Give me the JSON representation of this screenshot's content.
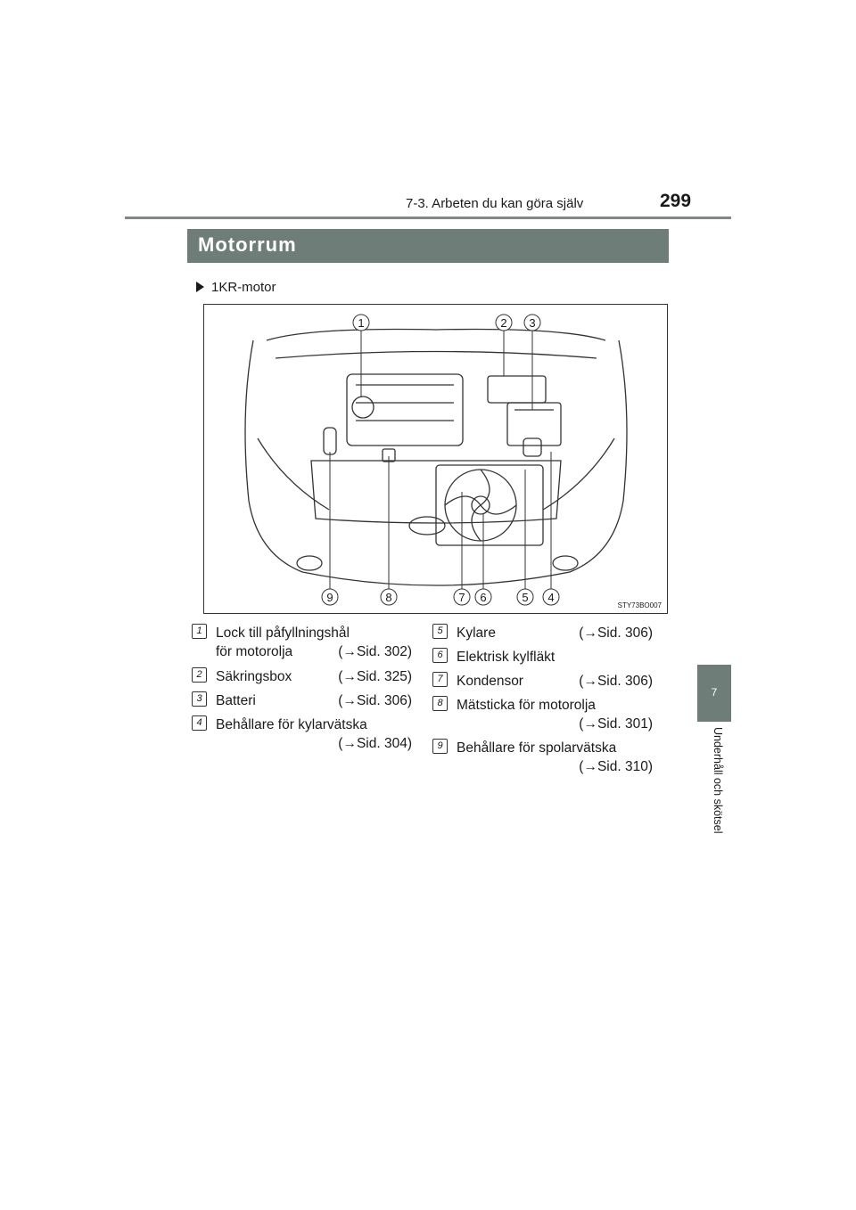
{
  "header": {
    "section": "7-3. Arbeten du kan göra själv",
    "page_number": "299"
  },
  "side_tab": {
    "chapter_number": "7",
    "chapter_title": "Underhåll och skötsel"
  },
  "banner": {
    "title": "Motorrum"
  },
  "subheading": "1KR-motor",
  "figure": {
    "code": "STY73BO007",
    "callouts_top": [
      "1",
      "2",
      "3"
    ],
    "callouts_bottom": [
      "9",
      "8",
      "7",
      "6",
      "5",
      "4"
    ]
  },
  "legend_left": [
    {
      "num": "1",
      "line1": "Lock till påfyllningshål",
      "line2": "för motorolja",
      "ref": "(→Sid. 302)"
    },
    {
      "num": "2",
      "line1": "Säkringsbox",
      "line2": "",
      "ref": "(→Sid. 325)"
    },
    {
      "num": "3",
      "line1": "Batteri",
      "line2": "",
      "ref": "(→Sid. 306)"
    },
    {
      "num": "4",
      "line1": "Behållare för kylarvätska",
      "line2": "",
      "ref": "(→Sid. 304)"
    }
  ],
  "legend_right": [
    {
      "num": "5",
      "line1": "Kylare",
      "line2": "",
      "ref": "(→Sid. 306)"
    },
    {
      "num": "6",
      "line1": "Elektrisk kylfläkt",
      "line2": "",
      "ref": ""
    },
    {
      "num": "7",
      "line1": "Kondensor",
      "line2": "",
      "ref": "(→Sid. 306)"
    },
    {
      "num": "8",
      "line1": "Mätsticka för motorolja",
      "line2": "",
      "ref": "(→Sid. 301)"
    },
    {
      "num": "9",
      "line1": "Behållare för spolarvätska",
      "line2": "",
      "ref": "(→Sid. 310)"
    }
  ]
}
